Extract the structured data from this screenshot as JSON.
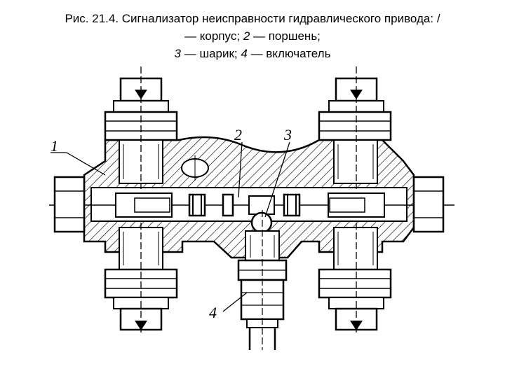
{
  "caption": {
    "line1": "Рис. 21.4. Сигнализатор неисправности гидравлического привода: /",
    "line2_a": "— корпус; ",
    "line2_n": "2",
    "line2_b": " — поршень;",
    "line3_n1": "3",
    "line3_a": " — шарик; ",
    "line3_n2": "4",
    "line3_b": " — включатель"
  },
  "labels": {
    "part1": "1",
    "part2": "2",
    "part3": "3",
    "part4": "4"
  },
  "colors": {
    "ink": "#000000",
    "paper": "#ffffff"
  }
}
